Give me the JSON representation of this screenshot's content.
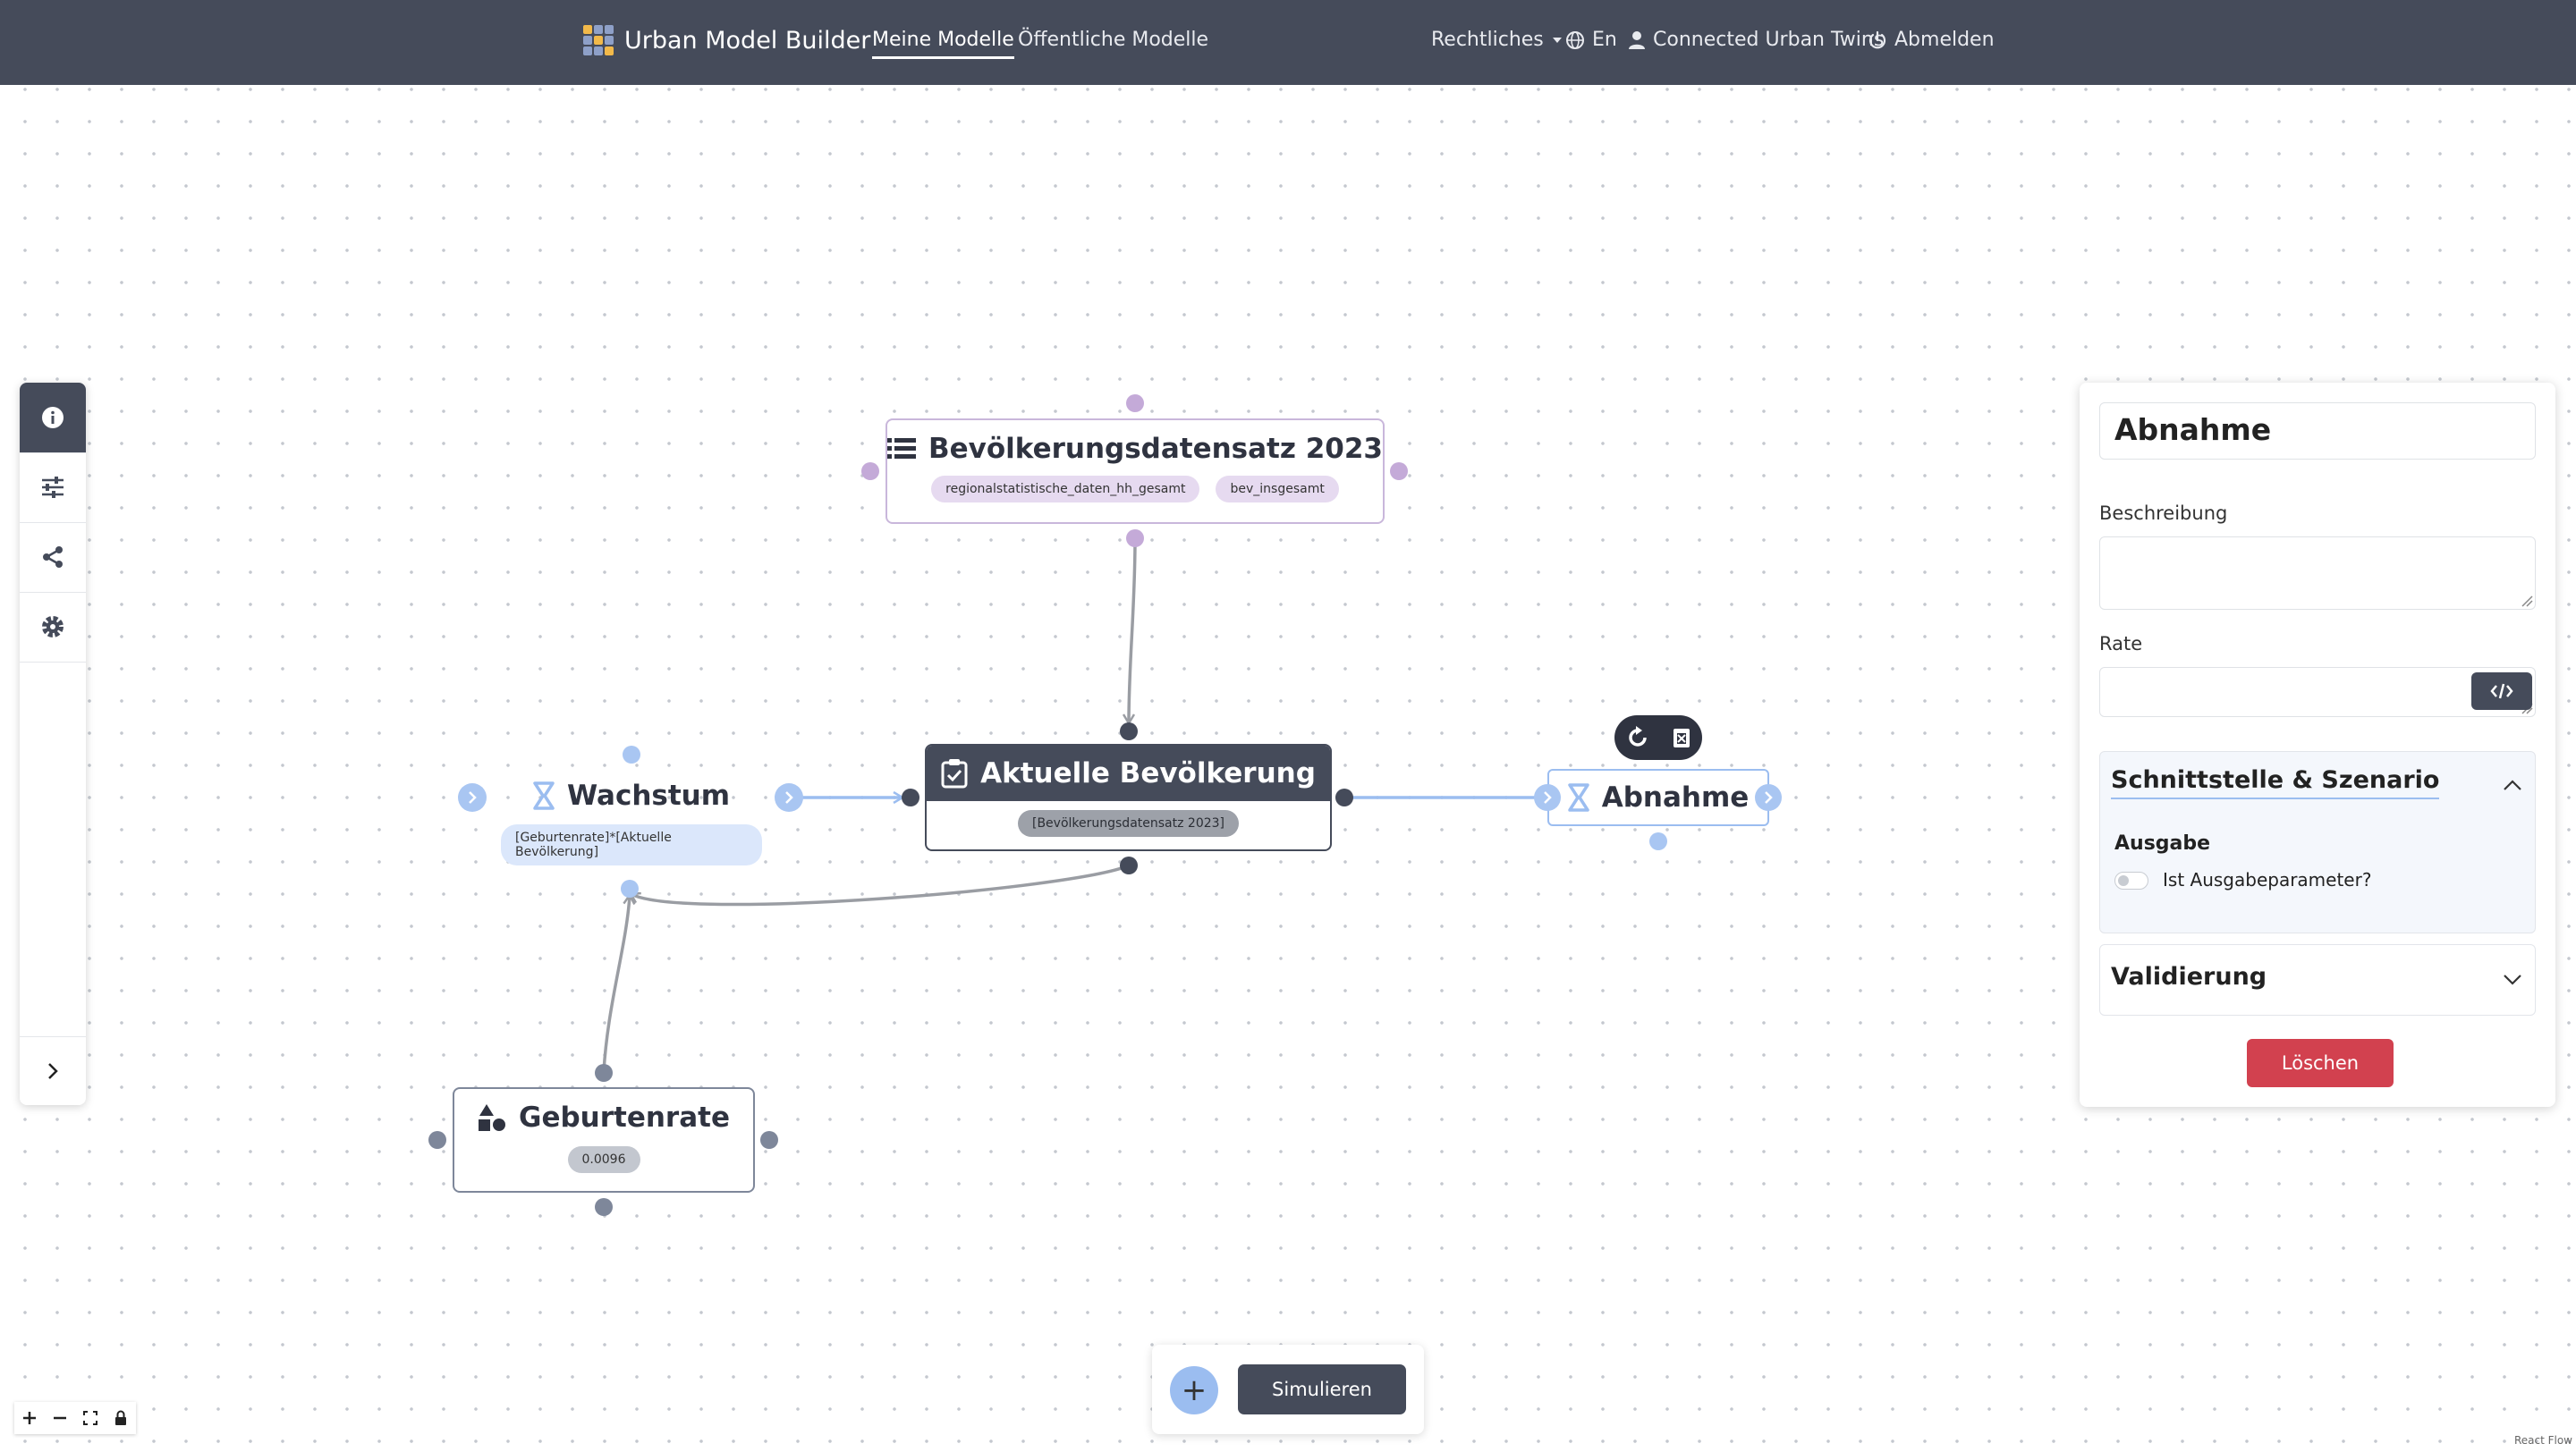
{
  "navbar": {
    "brand": "Urban Model Builder",
    "links": [
      "Meine Modelle",
      "Öffentliche Modelle"
    ],
    "legal": "Rechtliches",
    "language": "En",
    "user": "Connected Urban Twins",
    "logout": "Abmelden"
  },
  "toolbar": {
    "items": [
      "info-icon",
      "sliders-icon",
      "share-icon",
      "settings-icon"
    ],
    "expand_icon": "chevron-right-icon"
  },
  "nodes": {
    "dataset": {
      "title": "Bevölkerungsdatensatz 2023",
      "tags": [
        "regionalstatistische_daten_hh_gesamt",
        "bev_insgesamt"
      ]
    },
    "stock": {
      "title": "Aktuelle Bevölkerung",
      "tag": "[Bevölkerungsdatensatz 2023]"
    },
    "inflow": {
      "title": "Wachstum",
      "formula": "[Geburtenrate]*[Aktuelle Bevölkerung]"
    },
    "outflow": {
      "title": "Abnahme"
    },
    "variable": {
      "title": "Geburtenrate",
      "value": "0.0096"
    }
  },
  "panel": {
    "name": "Abnahme",
    "description_label": "Beschreibung",
    "rate_label": "Rate",
    "interface_section": "Schnittstelle & Szenario",
    "output_heading": "Ausgabe",
    "output_toggle_label": "Ist Ausgabeparameter?",
    "validation_section": "Validierung",
    "delete_button": "Löschen"
  },
  "bottom": {
    "add_label": "+",
    "simulate_label": "Simulieren"
  },
  "attribution": "React Flow",
  "colors": {
    "navbar": "#454b5a",
    "dataset": "#b79fcb",
    "flow": "#9bbdf0",
    "stock": "#454b5a",
    "variable": "#7e879a",
    "delete": "#d2414f"
  }
}
